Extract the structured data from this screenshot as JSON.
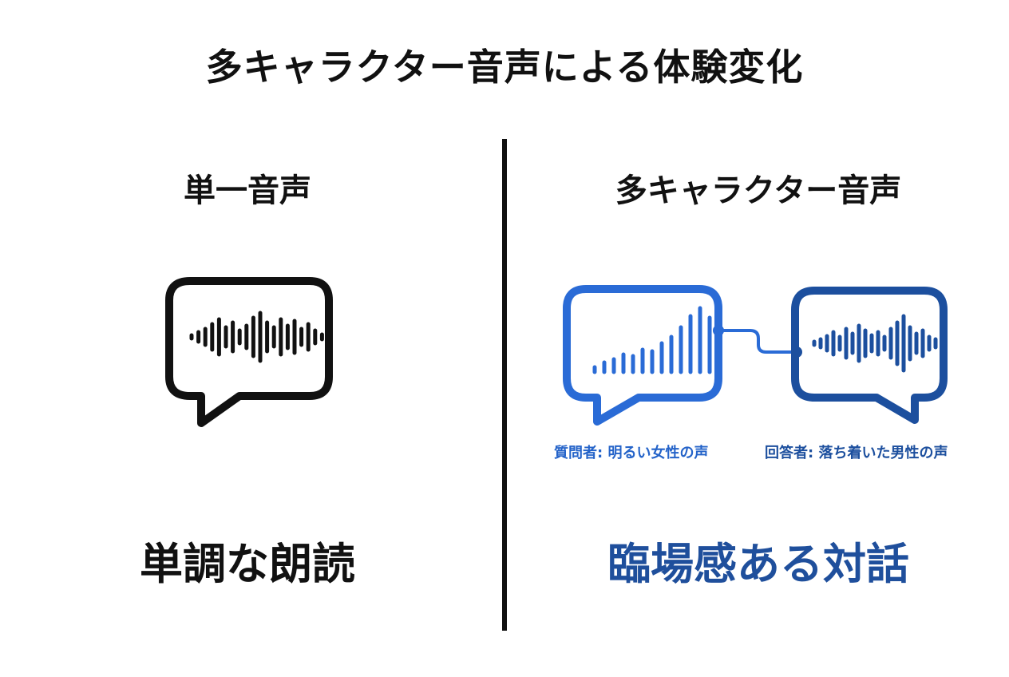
{
  "title": "多キャラクター音声による体験変化",
  "left_panel": {
    "heading": "単一音声",
    "result": "単調な朗読",
    "icon": "speech-bubble-waveform-icon"
  },
  "right_panel": {
    "heading": "多キャラクター音声",
    "result": "臨場感ある対話",
    "questioner": {
      "label": "質問者: 明るい女性の声",
      "icon": "speech-bubble-rising-bars-icon",
      "color": "#2a6bd6"
    },
    "answerer": {
      "label": "回答者: 落ち着いた男性の声",
      "icon": "speech-bubble-waveform-icon",
      "color": "#1c4f9e"
    }
  },
  "colors": {
    "text": "#111111",
    "accent_blue": "#2a6bd6",
    "accent_dark_blue": "#1f4f9c"
  }
}
